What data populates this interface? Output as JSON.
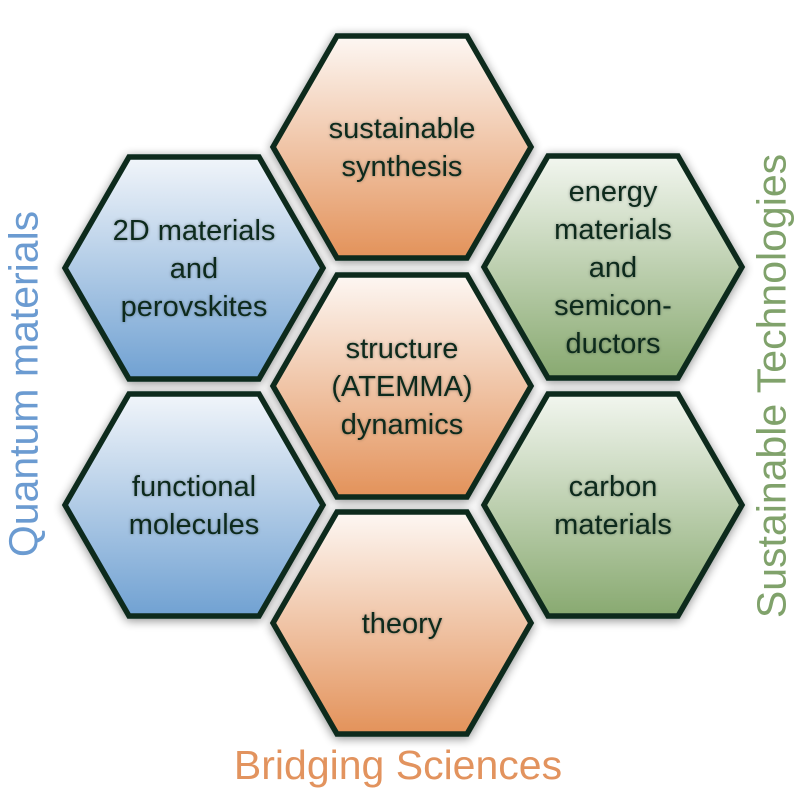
{
  "diagram": {
    "hexagons": [
      {
        "id": "sustainable-synthesis",
        "lines": [
          "sustainable",
          "synthesis"
        ],
        "theme": "orange"
      },
      {
        "id": "2d-materials-perovskites",
        "lines": [
          "2D materials",
          "and",
          "perovskites"
        ],
        "theme": "blue"
      },
      {
        "id": "energy-materials-semiconductors",
        "lines": [
          "energy",
          "materials",
          "and",
          "semicon-",
          "ductors"
        ],
        "theme": "green"
      },
      {
        "id": "structure-atemma-dynamics",
        "lines": [
          "structure",
          "(ATEMMA)",
          "dynamics"
        ],
        "theme": "orange"
      },
      {
        "id": "functional-molecules",
        "lines": [
          "functional",
          "molecules"
        ],
        "theme": "blue"
      },
      {
        "id": "carbon-materials",
        "lines": [
          "carbon",
          "materials"
        ],
        "theme": "green"
      },
      {
        "id": "theory",
        "lines": [
          "theory"
        ],
        "theme": "orange"
      }
    ],
    "themes": {
      "orange": {
        "top": "#fdf7f3",
        "bottom": "#e3925a",
        "label": "#e2935e"
      },
      "blue": {
        "top": "#f1f5fa",
        "bottom": "#70a1d2",
        "label": "#6b9bd1"
      },
      "green": {
        "top": "#f2f6ef",
        "bottom": "#88a970",
        "label": "#80a26b"
      }
    },
    "border_color": "#0c2a1f",
    "text_color": "#0d2a1f"
  },
  "labels": {
    "left": {
      "text": "Quantum materials",
      "theme": "blue"
    },
    "right": {
      "text": "Sustainable Technologies",
      "theme": "green"
    },
    "bottom": {
      "text": "Bridging Sciences",
      "theme": "orange"
    }
  }
}
